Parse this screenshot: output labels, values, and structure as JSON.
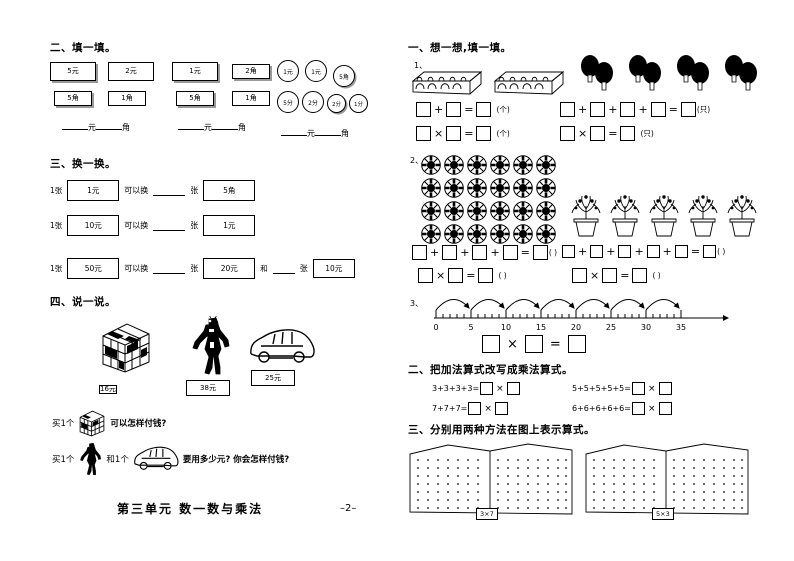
{
  "left_column": {
    "section2": {
      "heading": "二、填一填。",
      "groups": [
        {
          "name": "group-1",
          "notes": [
            {
              "label": "5元",
              "size": "big",
              "shadow": true
            },
            {
              "label": "2元",
              "size": "big",
              "shadow": false
            },
            {
              "label": "5角",
              "size": "sm",
              "shadow": true
            },
            {
              "label": "1角",
              "size": "sm",
              "shadow": false
            }
          ],
          "answer_units": [
            "元",
            "角"
          ]
        },
        {
          "name": "group-2",
          "notes": [
            {
              "label": "1元",
              "size": "big",
              "shadow": true
            },
            {
              "label": "2角",
              "size": "sm",
              "shadow": true
            },
            {
              "label": "5角",
              "size": "sm",
              "shadow": true
            },
            {
              "label": "1角",
              "size": "sm",
              "shadow": false
            }
          ],
          "answer_units": [
            "元",
            "角"
          ]
        },
        {
          "name": "group-3-coins",
          "coins_row1": [
            "1元",
            "1元",
            "5角"
          ],
          "coins_row2": [
            "5分",
            "2分",
            "2分",
            "1分"
          ],
          "answer_units": [
            "元",
            "角"
          ]
        }
      ]
    },
    "section3": {
      "heading": "三、换一换。",
      "prefix": "1张",
      "connector": "可以换",
      "counter": "张",
      "and_word": "和",
      "rows": [
        {
          "from": "1元",
          "to": "5角",
          "extra": null
        },
        {
          "from": "10元",
          "to": "1元",
          "extra": null
        },
        {
          "from": "50元",
          "to": "20元",
          "extra": "10元"
        }
      ]
    },
    "section4": {
      "heading": "四、说一说。",
      "items": [
        {
          "icon": "rubiks-cube-icon",
          "price": "16元"
        },
        {
          "icon": "robot-toy-icon",
          "price": "38元"
        },
        {
          "icon": "toy-car-icon",
          "price": "25元"
        }
      ],
      "question1": {
        "prefix": "买1个",
        "icon": "rubiks-cube-icon",
        "text": "可以怎样付钱?"
      },
      "question2": {
        "prefix": "买1个",
        "icon1": "robot-toy-icon",
        "middle": "和1个",
        "icon2": "toy-car-icon",
        "text": "要用多少元? 你会怎样付钱?"
      }
    },
    "footer": {
      "title": "第三单元  数一数与乘法",
      "page": "–2–"
    }
  },
  "right_column": {
    "section1": {
      "heading": "一、想一想,填一填。",
      "q1_number": "1、",
      "eggs": {
        "trays": 2,
        "eggs_per_tray": 10,
        "add_boxes": 2,
        "unit": "(个)",
        "mul_boxes": 2
      },
      "paddles": {
        "groups": 4,
        "per_group": 2,
        "add_boxes": 4,
        "unit": "(只)",
        "mul_boxes": 2
      },
      "q2_number": "2、",
      "balls": {
        "rows": 4,
        "cols": 6,
        "add_boxes": 4,
        "unit": "( )",
        "mul_boxes": 2
      },
      "pots": {
        "count": 5,
        "add_boxes": 5,
        "unit": "( )",
        "mul_boxes": 2
      },
      "q3_number": "3、",
      "numberline": {
        "ticks": [
          0,
          5,
          10,
          15,
          20,
          25,
          30,
          35
        ],
        "jump": 5,
        "arcs": 7,
        "minor_per_major": 5
      }
    },
    "section2": {
      "heading": "二、把加法算式改写成乘法算式。",
      "equations": [
        {
          "add": "3+3+3+3="
        },
        {
          "add": "5+5+5+5+5="
        },
        {
          "add": "7+7+7="
        },
        {
          "add": "6+6+6+6+6="
        }
      ],
      "mul_op": "×"
    },
    "section3": {
      "heading": "三、分别用两种方法在图上表示算式。",
      "panels": [
        {
          "label": "3×7",
          "dot_rows": 8,
          "dot_cols": 22
        },
        {
          "label": "5×3",
          "dot_rows": 8,
          "dot_cols": 22
        }
      ]
    }
  },
  "colors": {
    "ink": "#000000",
    "shadow": "#9a9a9a",
    "paper": "#ffffff"
  }
}
